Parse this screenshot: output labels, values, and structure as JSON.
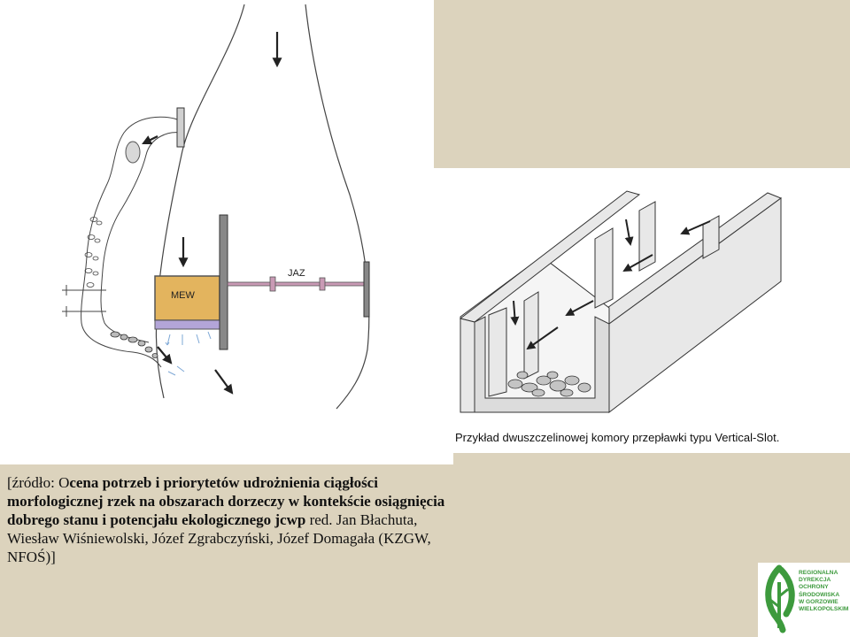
{
  "diagram": {
    "label_mew": "MEW",
    "label_jaz": "JAZ"
  },
  "caption": "Przykład dwuszczelinowej komory przepławki typu Vertical-Slot.",
  "source": {
    "prefix": "[źródło: O",
    "bold_title": "cena potrzeb i priorytetów udrożnienia ciągłości morfologicznej rzek na obszarach dorzeczy w kontekście osiągnięcia dobrego stanu i potencjału ekologicznego jcwp",
    "suffix": " red. Jan Błachuta, Wiesław Wiśniewolski, Józef Zgrabczyński, Józef Domagała (KZGW, NFOŚ)]"
  },
  "logo": {
    "lines": [
      "REGIONALNA",
      "DYREKCJA",
      "OCHRONY",
      "ŚRODOWISKA",
      "W GORZOWIE",
      "WIELKOPOLSKIM"
    ],
    "color": "#3d9a3d"
  }
}
